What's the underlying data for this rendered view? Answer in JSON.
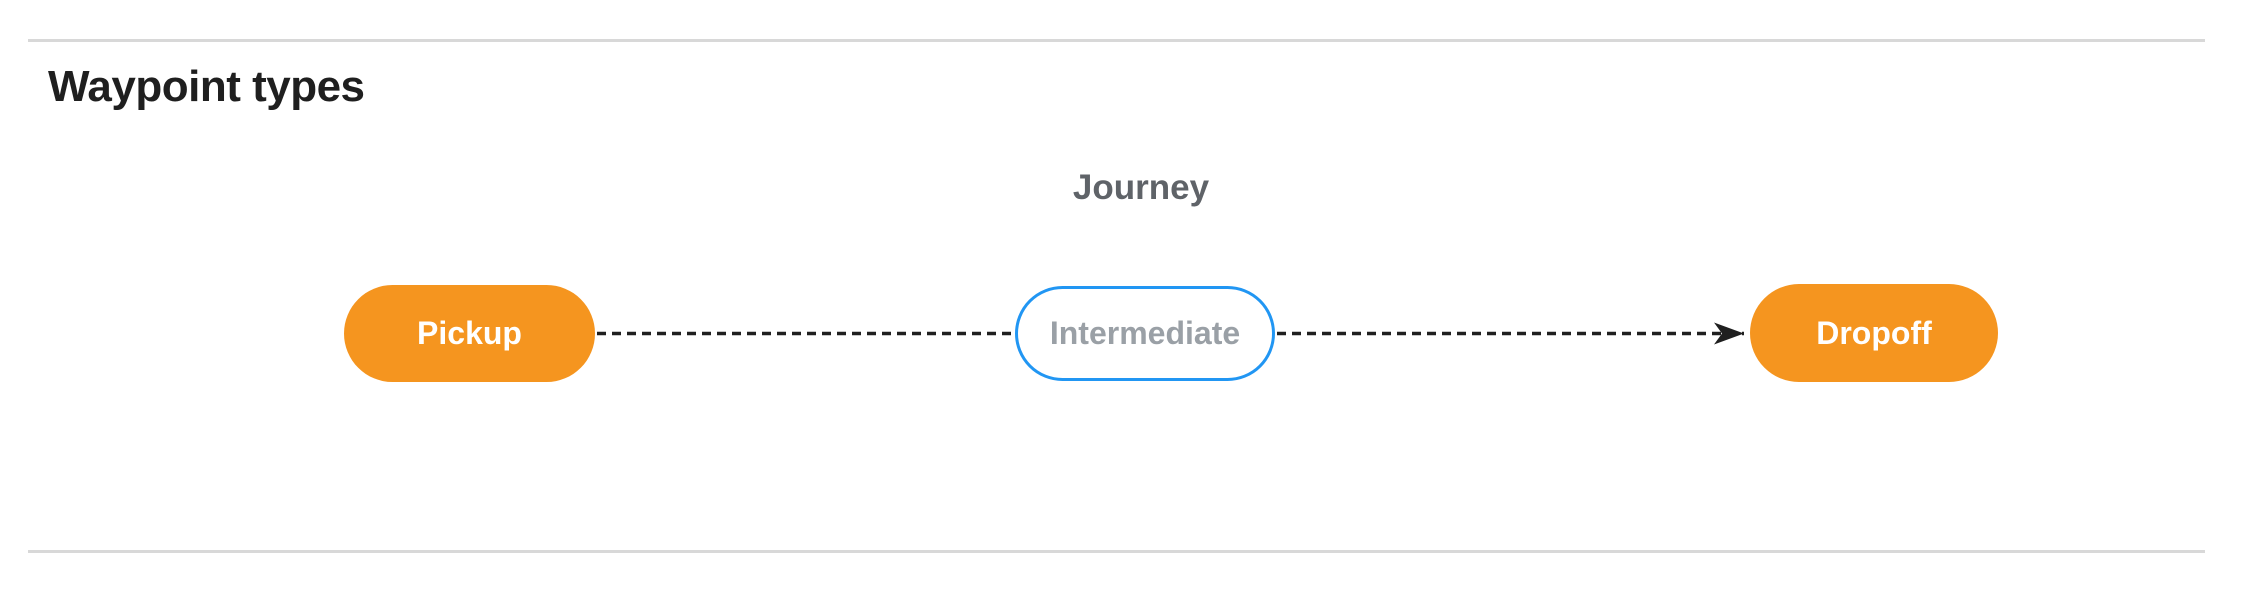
{
  "section": {
    "heading": "Waypoint types"
  },
  "diagram": {
    "group_label": "Journey",
    "nodes": [
      {
        "id": "pickup",
        "label": "Pickup",
        "kind": "terminal"
      },
      {
        "id": "intermediate",
        "label": "Intermediate",
        "kind": "intermediate"
      },
      {
        "id": "dropoff",
        "label": "Dropoff",
        "kind": "terminal"
      }
    ],
    "edges": [
      {
        "from": "pickup",
        "to": "intermediate",
        "style": "dashed",
        "arrowhead": false
      },
      {
        "from": "intermediate",
        "to": "dropoff",
        "style": "dashed",
        "arrowhead": true
      }
    ],
    "colors": {
      "terminal_fill": "#F5951F",
      "terminal_text": "#FFFFFF",
      "intermediate_border": "#2196F3",
      "intermediate_text": "#9AA0A6",
      "edge_stroke": "#1F1F1F",
      "group_label_text": "#5F6368",
      "heading_text": "#1F1F1F",
      "divider": "#D8D8D8",
      "background": "#FFFFFF"
    }
  }
}
